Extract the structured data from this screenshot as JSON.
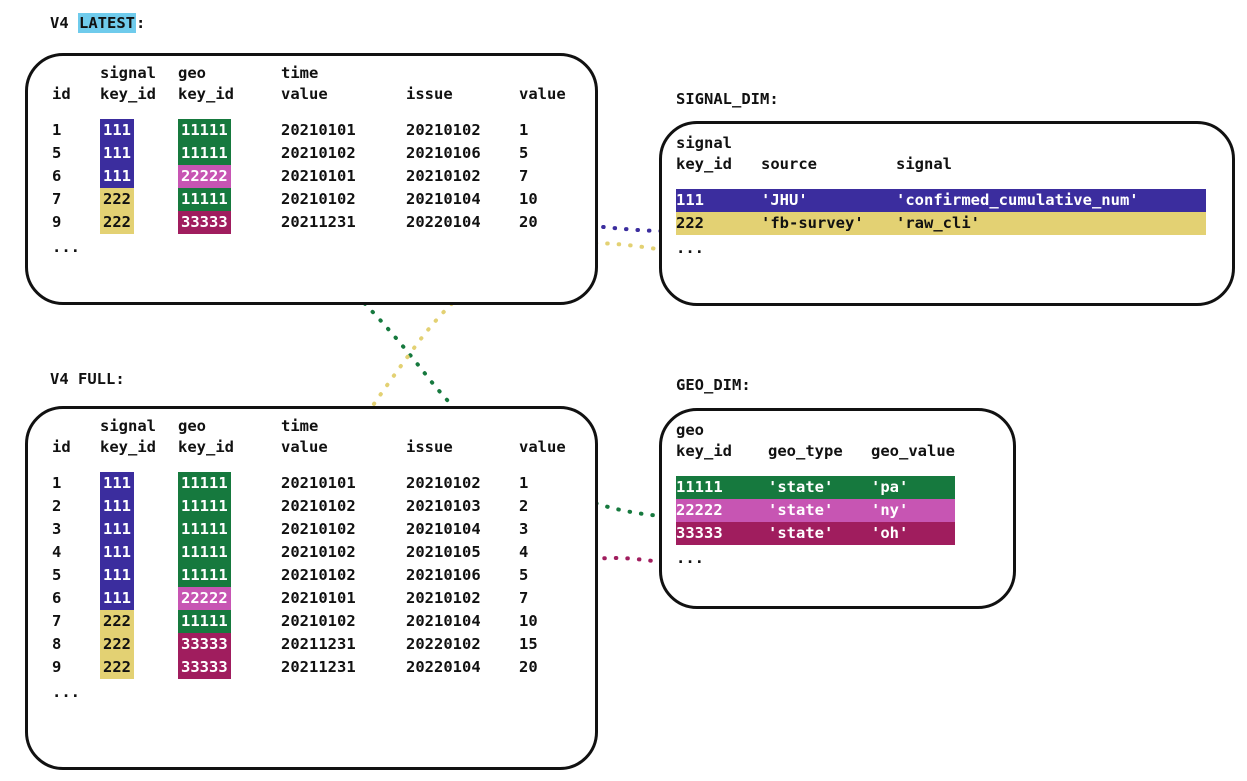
{
  "diagram": {
    "title_latest_prefix": "V4 ",
    "title_latest_highlight": "LATEST",
    "title_latest_suffix": ":",
    "title_full": "V4 FULL:",
    "title_signal_dim": "SIGNAL_DIM:",
    "title_geo_dim": "GEO_DIM:",
    "ellipsis": "..."
  },
  "colors": {
    "signal_111": "#3B2D9E",
    "signal_222": "#E3D173",
    "geo_11111": "#16793E",
    "geo_22222": "#C755B3",
    "geo_33333": "#A01D5E",
    "latest_highlight": "#6FCBEC",
    "outline": "#111111",
    "text": "#111111"
  },
  "v4_latest": {
    "headers_top": [
      "",
      "signal",
      "geo",
      "time",
      "",
      ""
    ],
    "headers_bottom": [
      "id",
      "key_id",
      "key_id",
      "value",
      "issue",
      "value"
    ],
    "rows": [
      {
        "id": "1",
        "signal_key_id": "111",
        "signal_color": "blue",
        "geo_key_id": "11111",
        "geo_color": "green",
        "time_value": "20210101",
        "issue": "20210102",
        "value": "1"
      },
      {
        "id": "5",
        "signal_key_id": "111",
        "signal_color": "blue",
        "geo_key_id": "11111",
        "geo_color": "green",
        "time_value": "20210102",
        "issue": "20210106",
        "value": "5"
      },
      {
        "id": "6",
        "signal_key_id": "111",
        "signal_color": "blue",
        "geo_key_id": "22222",
        "geo_color": "mag",
        "time_value": "20210101",
        "issue": "20210102",
        "value": "7"
      },
      {
        "id": "7",
        "signal_key_id": "222",
        "signal_color": "yellow",
        "geo_key_id": "11111",
        "geo_color": "green",
        "time_value": "20210102",
        "issue": "20210104",
        "value": "10"
      },
      {
        "id": "9",
        "signal_key_id": "222",
        "signal_color": "yellow",
        "geo_key_id": "33333",
        "geo_color": "maroon",
        "time_value": "20211231",
        "issue": "20220104",
        "value": "20"
      }
    ]
  },
  "v4_full": {
    "headers_top": [
      "",
      "signal",
      "geo",
      "time",
      "",
      ""
    ],
    "headers_bottom": [
      "id",
      "key_id",
      "key_id",
      "value",
      "issue",
      "value"
    ],
    "rows": [
      {
        "id": "1",
        "signal_key_id": "111",
        "signal_color": "blue",
        "geo_key_id": "11111",
        "geo_color": "green",
        "time_value": "20210101",
        "issue": "20210102",
        "value": "1"
      },
      {
        "id": "2",
        "signal_key_id": "111",
        "signal_color": "blue",
        "geo_key_id": "11111",
        "geo_color": "green",
        "time_value": "20210102",
        "issue": "20210103",
        "value": "2"
      },
      {
        "id": "3",
        "signal_key_id": "111",
        "signal_color": "blue",
        "geo_key_id": "11111",
        "geo_color": "green",
        "time_value": "20210102",
        "issue": "20210104",
        "value": "3"
      },
      {
        "id": "4",
        "signal_key_id": "111",
        "signal_color": "blue",
        "geo_key_id": "11111",
        "geo_color": "green",
        "time_value": "20210102",
        "issue": "20210105",
        "value": "4"
      },
      {
        "id": "5",
        "signal_key_id": "111",
        "signal_color": "blue",
        "geo_key_id": "11111",
        "geo_color": "green",
        "time_value": "20210102",
        "issue": "20210106",
        "value": "5"
      },
      {
        "id": "6",
        "signal_key_id": "111",
        "signal_color": "blue",
        "geo_key_id": "22222",
        "geo_color": "mag",
        "time_value": "20210101",
        "issue": "20210102",
        "value": "7"
      },
      {
        "id": "7",
        "signal_key_id": "222",
        "signal_color": "yellow",
        "geo_key_id": "11111",
        "geo_color": "green",
        "time_value": "20210102",
        "issue": "20210104",
        "value": "10"
      },
      {
        "id": "8",
        "signal_key_id": "222",
        "signal_color": "yellow",
        "geo_key_id": "33333",
        "geo_color": "maroon",
        "time_value": "20211231",
        "issue": "20220102",
        "value": "15"
      },
      {
        "id": "9",
        "signal_key_id": "222",
        "signal_color": "yellow",
        "geo_key_id": "33333",
        "geo_color": "maroon",
        "time_value": "20211231",
        "issue": "20220104",
        "value": "20"
      }
    ]
  },
  "signal_dim": {
    "headers_top": [
      "signal",
      "",
      ""
    ],
    "headers_bottom": [
      "key_id",
      "source",
      "signal"
    ],
    "rows": [
      {
        "key_id": "111",
        "source": "'JHU'",
        "signal": "'confirmed_cumulative_num'",
        "color": "blue"
      },
      {
        "key_id": "222",
        "source": "'fb-survey'",
        "signal": "'raw_cli'",
        "color": "yellow"
      }
    ]
  },
  "geo_dim": {
    "headers_top": [
      "geo",
      "",
      ""
    ],
    "headers_bottom": [
      "key_id",
      "geo_type",
      "geo_value"
    ],
    "rows": [
      {
        "key_id": "11111",
        "geo_type": "'state'",
        "geo_value": "'pa'",
        "color": "green"
      },
      {
        "key_id": "22222",
        "geo_type": "'state'",
        "geo_value": "'ny'",
        "color": "mag"
      },
      {
        "key_id": "33333",
        "geo_type": "'state'",
        "geo_value": "'oh'",
        "color": "maroon"
      }
    ]
  },
  "connectors": [
    {
      "name": "latest-signal-111-to-signal-dim-111",
      "color": "#3B2D9E"
    },
    {
      "name": "latest-geo-11111-to-geo-dim-11111",
      "color": "#16793E"
    },
    {
      "name": "full-signal-222-to-signal-dim-222",
      "color": "#E3D173"
    },
    {
      "name": "full-geo-33333-to-geo-dim-33333",
      "color": "#A01D5E"
    }
  ]
}
